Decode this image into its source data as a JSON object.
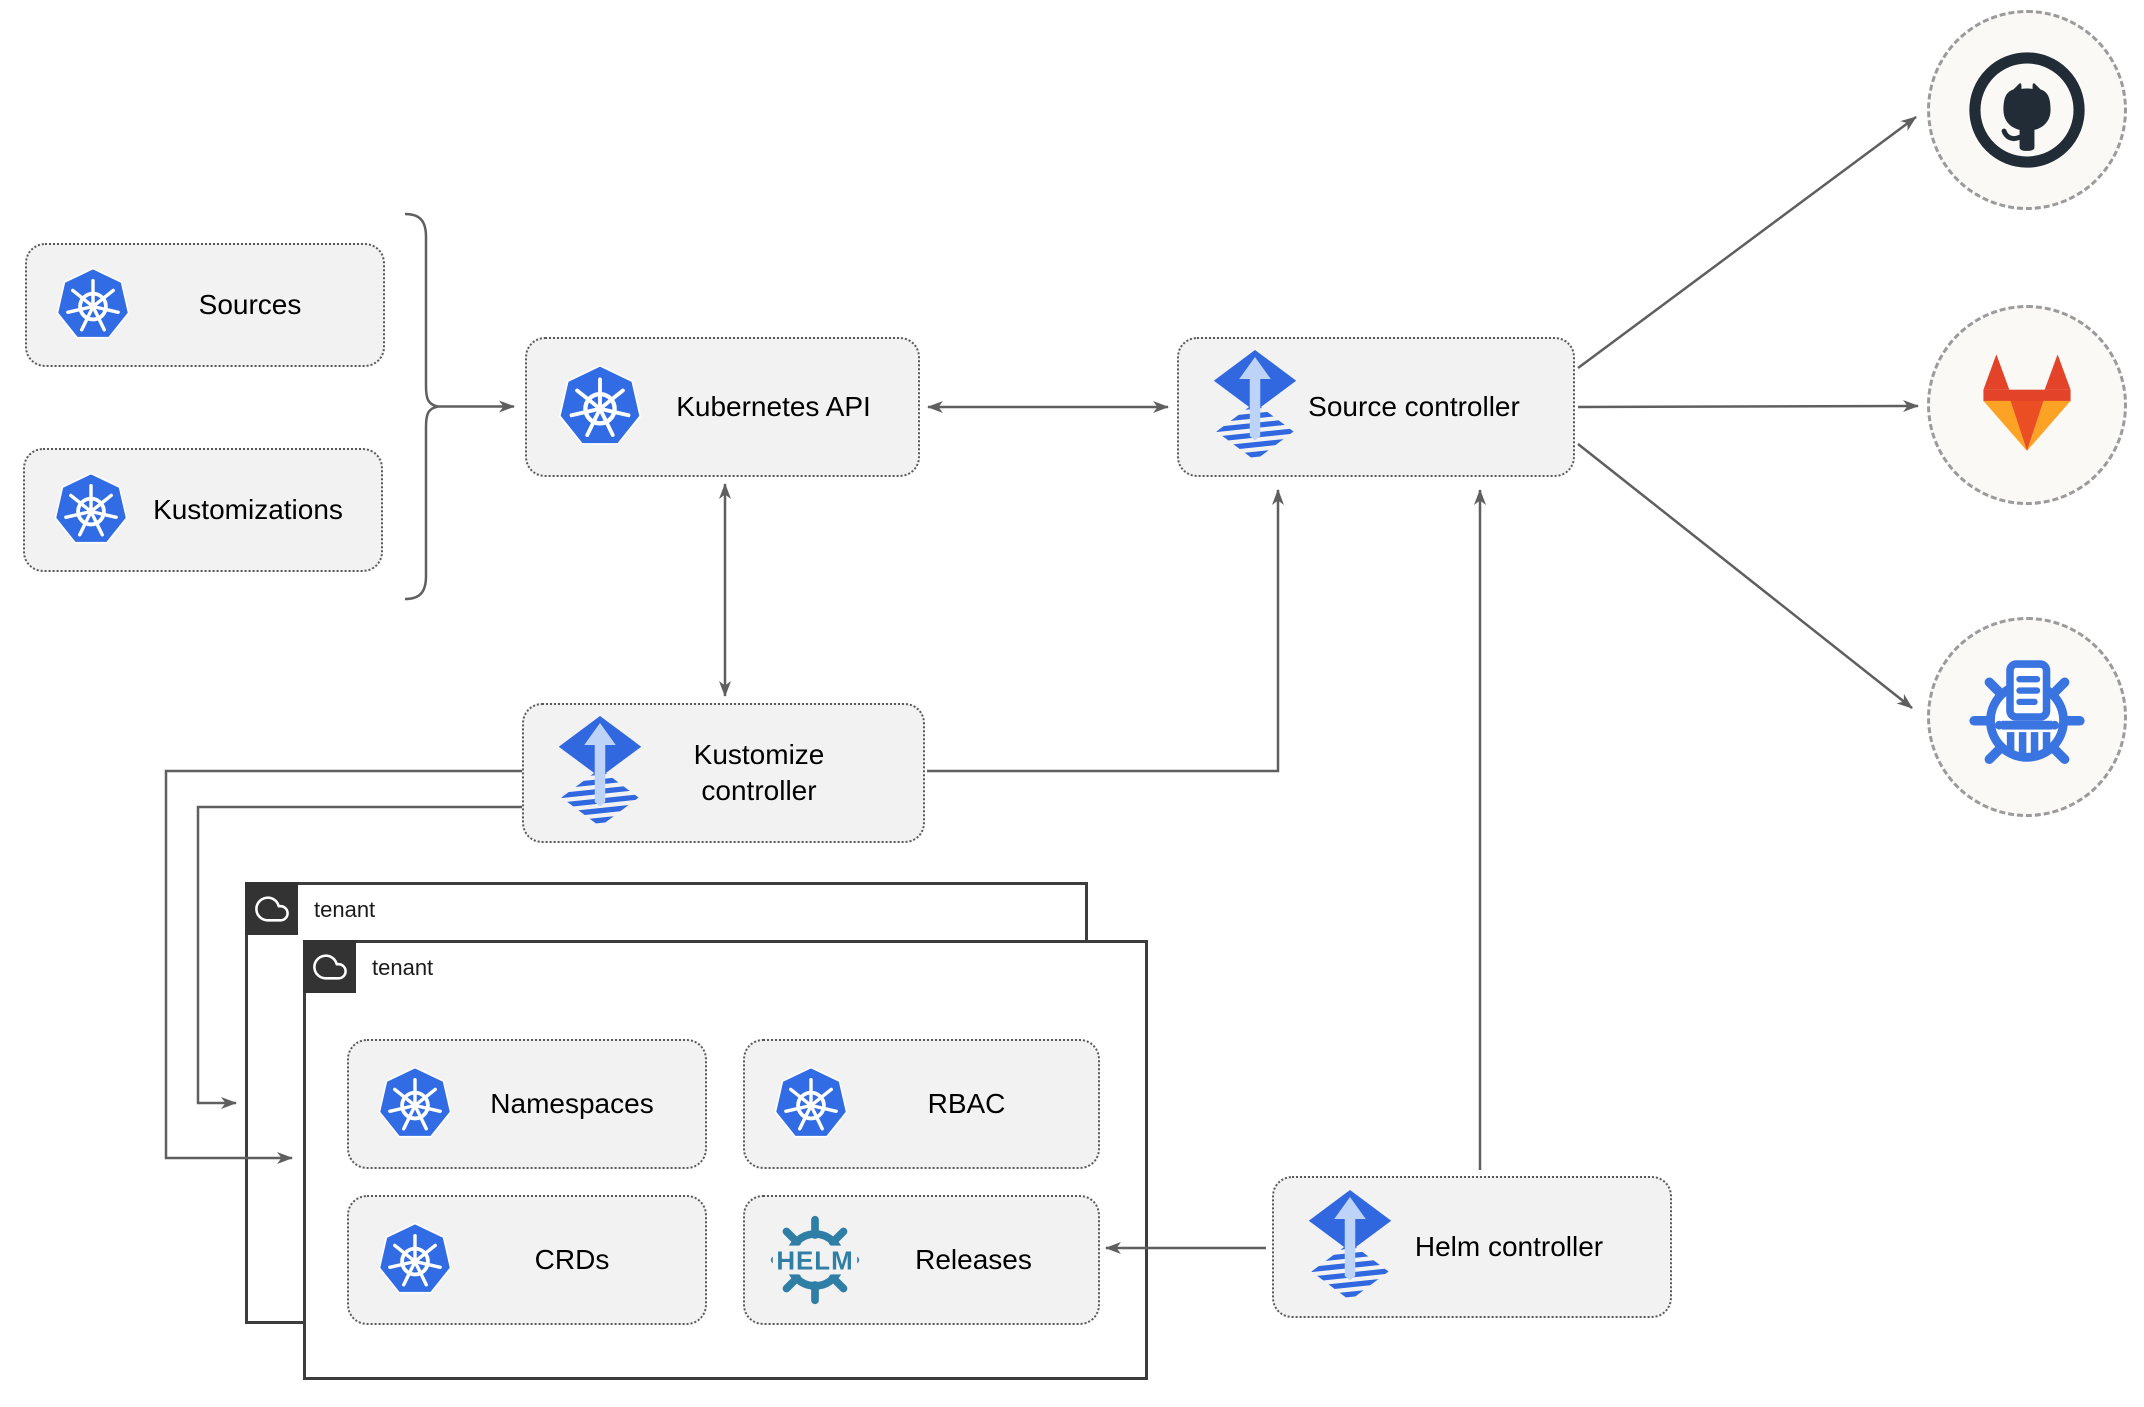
{
  "nodes": {
    "sources": {
      "label": "Sources"
    },
    "kustomizations": {
      "label": "Kustomizations"
    },
    "kubernetes_api": {
      "label": "Kubernetes API"
    },
    "source_controller": {
      "label": "Source controller"
    },
    "kustomize_controller": {
      "label": "Kustomize controller"
    },
    "helm_controller": {
      "label": "Helm controller"
    },
    "namespaces": {
      "label": "Namespaces"
    },
    "rbac": {
      "label": "RBAC"
    },
    "crds": {
      "label": "CRDs"
    },
    "releases": {
      "label": "Releases"
    }
  },
  "tenants": {
    "back": {
      "label": "tenant"
    },
    "front": {
      "label": "tenant"
    }
  },
  "external": {
    "github": {
      "icon": "github-icon"
    },
    "gitlab": {
      "icon": "gitlab-icon"
    },
    "helm_repository": {
      "icon": "helm-repository-icon"
    }
  },
  "icons": {
    "helm_wheel_text": "HELM"
  },
  "colors": {
    "kubernetes_blue": "#326ce5",
    "flux_blue": "#3168e0",
    "flux_arrow_light": "#bdd3f7",
    "helm_teal": "#2f7ea6",
    "helm_repo_blue": "#3a74e0",
    "github_dark": "#222c37",
    "gitlab_dark_orange": "#e24329",
    "gitlab_orange": "#ec4e24",
    "gitlab_light_orange": "#fca326",
    "node_fill": "#f2f2f2",
    "node_border": "#595959",
    "connector": "#5f5f5f",
    "tenant_border": "#3d3d3d",
    "tenant_header": "#333333",
    "circle_fill": "#faf9f6",
    "circle_border": "#9b9b9b"
  }
}
